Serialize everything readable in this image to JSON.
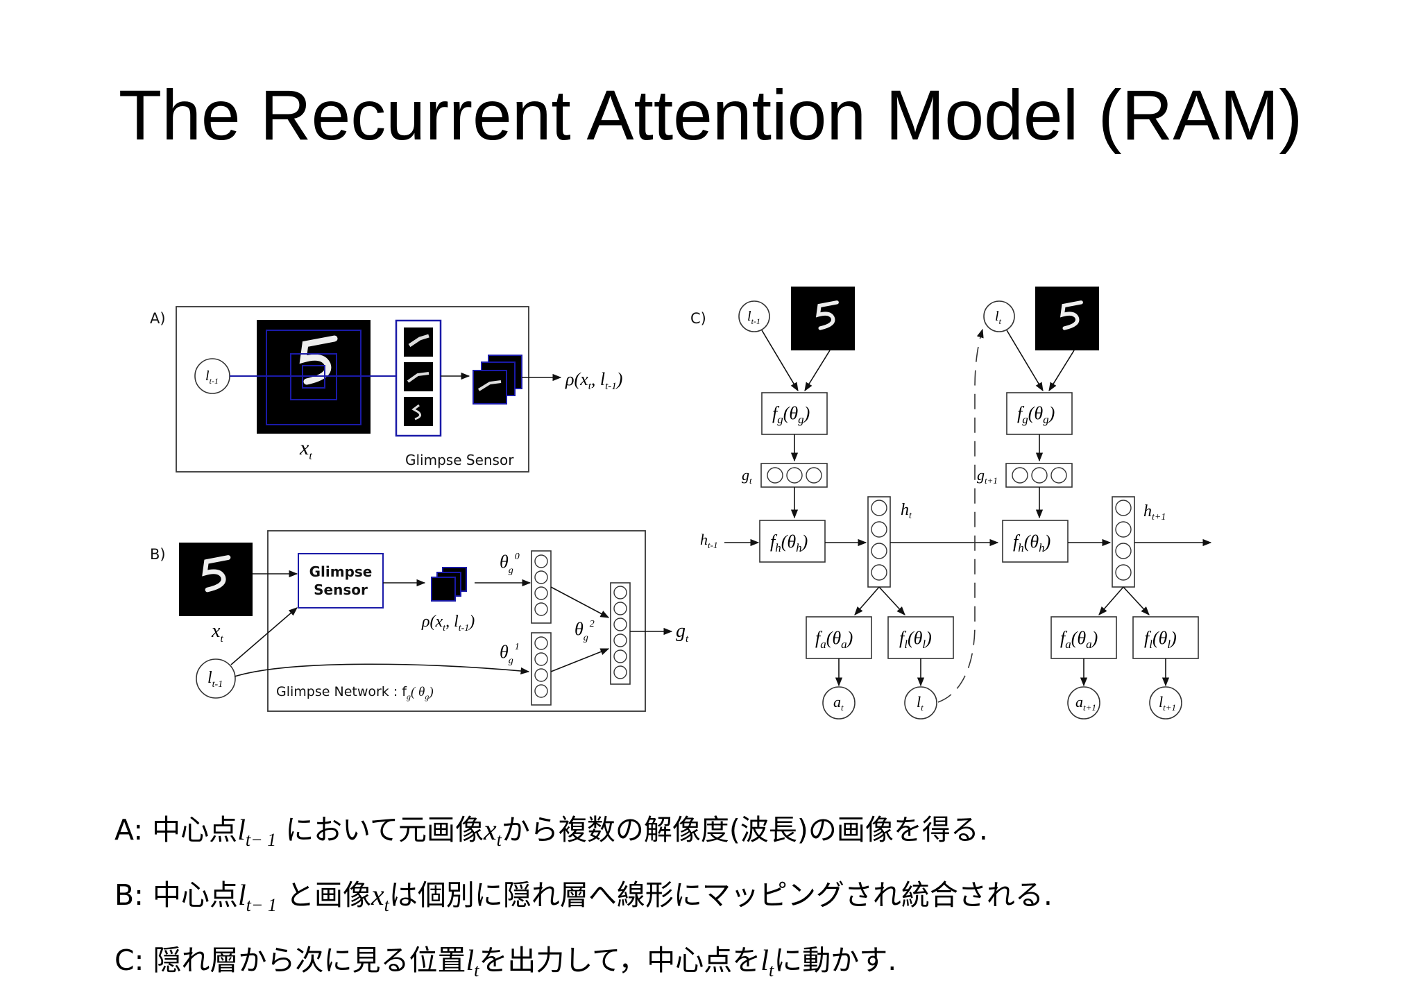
{
  "title": "The Recurrent Attention Model (RAM)",
  "panel_a": {
    "label": "A)",
    "loc_node": "l",
    "loc_sub": "t-1",
    "image_label": "x",
    "image_sub": "t",
    "output_rho": "ρ(x",
    "output_sub1": "t",
    "output_mid": ", l",
    "output_sub2": "t-1",
    "output_close": ")",
    "sensor_caption": "Glimpse Sensor"
  },
  "panel_b": {
    "label": "B)",
    "image_label": "x",
    "image_sub": "t",
    "loc_node": "l",
    "loc_sub": "t-1",
    "sensor_box_line1": "Glimpse",
    "sensor_box_line2": "Sensor",
    "rho_text": "ρ(x",
    "rho_sub1": "t",
    "rho_mid": ", l",
    "rho_sub2": "t-1",
    "rho_close": ")",
    "theta": "θ",
    "theta_sub": "g",
    "theta0_sup": "0",
    "theta1_sup": "1",
    "theta2_sup": "2",
    "output": "g",
    "output_sub": "t",
    "network_caption": "Glimpse Network : f",
    "network_sub": "g",
    "network_arg": "( θ",
    "network_arg_sub": "g",
    "network_close": ")"
  },
  "panel_c": {
    "label": "C)",
    "l_prev": "l",
    "l_prev_sub": "t-1",
    "l_curr": "l",
    "l_curr_sub": "t",
    "fg": "f",
    "fg_sub": "g",
    "fg_arg": "(θ",
    "fg_arg_sub": "g",
    "fg_close": ")",
    "g": "g",
    "g_t_sub": "t",
    "g_next_sub": "t+1",
    "h": "h",
    "h_prev_sub": "t-1",
    "h_t_sub": "t",
    "h_next_sub": "t+1",
    "fh": "f",
    "fh_sub": "h",
    "fh_arg": "(θ",
    "fh_arg_sub": "h",
    "fh_close": ")",
    "fa": "f",
    "fa_sub": "a",
    "fa_arg": "(θ",
    "fa_arg_sub": "a",
    "fa_close": ")",
    "fl": "f",
    "fl_sub": "l",
    "fl_arg": "(θ",
    "fl_arg_sub": "l",
    "fl_close": ")",
    "a": "a",
    "a_t_sub": "t",
    "a_next_sub": "t+1",
    "l_out": "l",
    "l_out_t_sub": "t",
    "l_out_next_sub": "t+1"
  },
  "captions": [
    {
      "prefix": "A: 中心点",
      "var1": "l",
      "sub1": "t− 1",
      "mid": " において元画像",
      "var2": "x",
      "sub2": "t",
      "suffix": "から複数の解像度(波長)の画像を得る."
    },
    {
      "prefix": "B: 中心点",
      "var1": "l",
      "sub1": "t− 1",
      "mid": " と画像",
      "var2": "x",
      "sub2": "t",
      "suffix": "は個別に隠れ層へ線形にマッピングされ統合される."
    },
    {
      "prefix": "C: 隠れ層から次に見る位置",
      "var1": "l",
      "sub1": "t",
      "mid": "を出力して，中心点を",
      "var2": "l",
      "sub2": "t",
      "suffix": "に動かす."
    }
  ],
  "colors": {
    "accent_blue": "#1a1aa8",
    "ink": "#111111",
    "image_bg": "#000000"
  }
}
